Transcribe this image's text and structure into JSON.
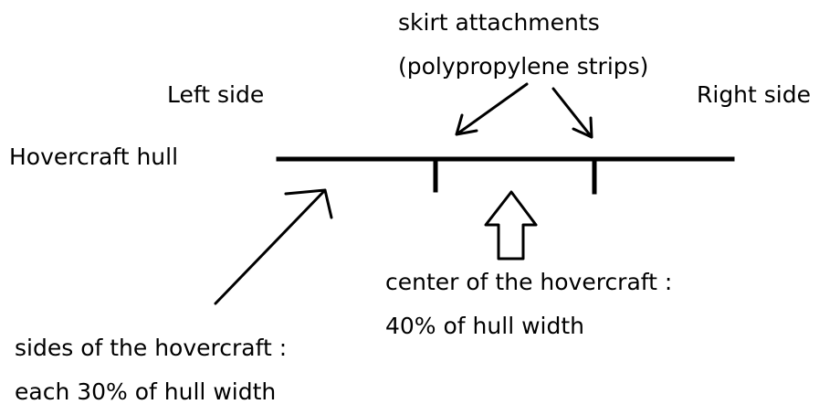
{
  "labels": {
    "skirt_line1": "skirt attachments",
    "skirt_line2": "(polypropylene strips)",
    "left_side": "Left side",
    "right_side": "Right side",
    "hull": "Hovercraft hull",
    "center_line1": "center of the hovercraft :",
    "center_line2": "40% of hull width",
    "sides_line1": "sides of the hovercraft :",
    "sides_line2": "each 30% of hull width"
  },
  "proportions": {
    "side_fraction": 0.3,
    "center_fraction": 0.4
  }
}
